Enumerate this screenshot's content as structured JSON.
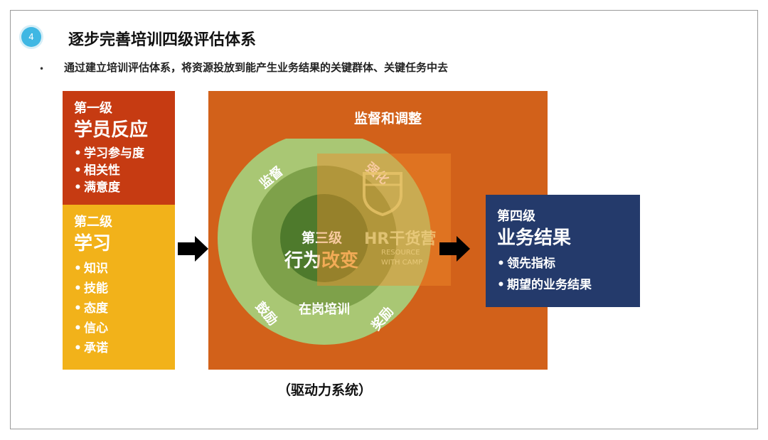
{
  "slide": {
    "number": "4",
    "title": "逐步完善培训四级评估体系",
    "subtitle": "通过建立培训评估体系，将资源投放到能产生业务结果的关键群体、关键任务中去",
    "bullet_marker": "•"
  },
  "level1": {
    "kicker": "第一级",
    "name": "学员反应",
    "items": [
      "学习参与度",
      "相关性",
      "满意度"
    ]
  },
  "level2": {
    "kicker": "第二级",
    "name": "学习",
    "items": [
      "知识",
      "技能",
      "态度",
      "信心",
      "承诺"
    ]
  },
  "level3": {
    "header": "监督和调整",
    "kicker": "第三级",
    "name_part1": "行为",
    "name_part2": "改变",
    "ring_labels": {
      "top_left": "监督",
      "top_right": "强化",
      "bottom_left": "鼓励",
      "bottom_right": "奖励"
    },
    "inner_label": "在岗培训",
    "caption": "（驱动力系统）"
  },
  "level4": {
    "kicker": "第四级",
    "name": "业务结果",
    "items": [
      "领先指标",
      "期望的业务结果"
    ]
  },
  "watermark": {
    "text": "HR干货营",
    "sub1": "RESOURCE",
    "sub2": "WITH CAMP"
  },
  "colors": {
    "level1": "#c63b12",
    "level2": "#f2b21a",
    "level3_bg": "#d2611a",
    "ring_outer": "#a9c774",
    "ring_mid": "#7ea14a",
    "ring_inner": "#4e7a2c",
    "level4": "#243a6b",
    "badge": "#3fb7e3"
  }
}
